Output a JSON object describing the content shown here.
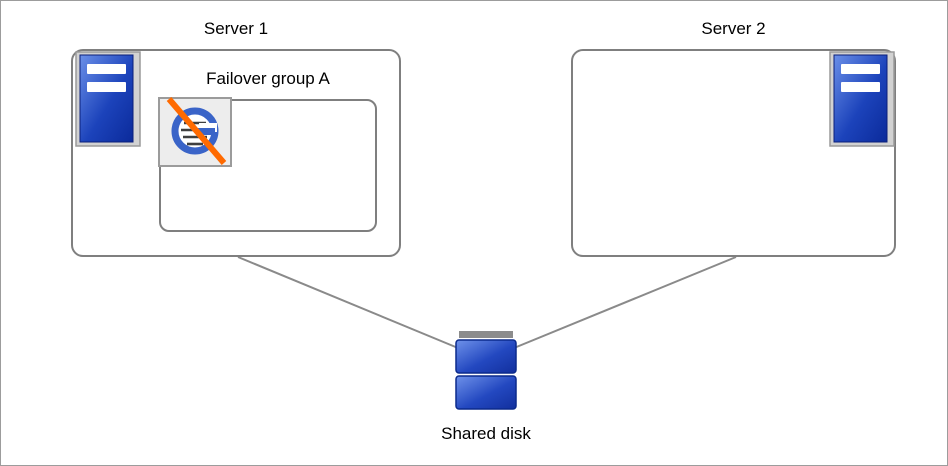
{
  "labels": {
    "server1": "Server 1",
    "server2": "Server 2",
    "failover_group": "Failover group A",
    "shared_disk": "Shared disk"
  },
  "icons": {
    "server1_icon": "server-tower-icon",
    "server2_icon": "server-tower-icon",
    "stopped_application_icon": "application-globe-icon-with-orange-slash",
    "shared_disk_icon": "stacked-disk-icon"
  },
  "colors": {
    "box_border": "#7f7f7f",
    "connector_line": "#8a8a8a",
    "server_blue": "#1c43bb",
    "disk_blue": "#2348c0",
    "slash_orange": "#ff6a00",
    "text": "#000000"
  }
}
